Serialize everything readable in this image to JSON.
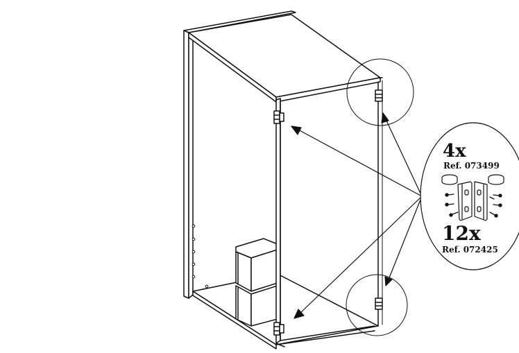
{
  "diagram": {
    "parts": [
      {
        "quantity": "4x",
        "reference": "Ref. 073499"
      },
      {
        "quantity": "12x",
        "reference": "Ref. 072425"
      }
    ],
    "colors": {
      "line": "#111111",
      "background": "#ffffff"
    }
  }
}
